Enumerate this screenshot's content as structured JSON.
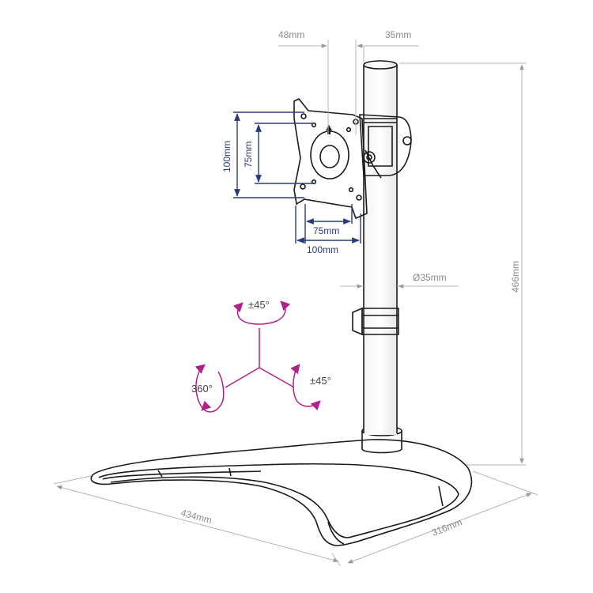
{
  "dimensions": {
    "offset_left": "48mm",
    "offset_right": "35mm",
    "vesa_outer_height": "100mm",
    "vesa_inner_height": "75mm",
    "vesa_inner_width": "75mm",
    "vesa_outer_width": "100mm",
    "pole_diameter": "Ø35mm",
    "total_height": "466mm",
    "base_length": "434mm",
    "base_depth": "316mm"
  },
  "rotation": {
    "top": "±45°",
    "left": "360°",
    "right": "±45°"
  },
  "colors": {
    "outline": "#1a1a1a",
    "vesa_dimension": "#2a3a7a",
    "rotation_arrows": "#b0208a",
    "guide_lines": "#b5b5b5"
  }
}
